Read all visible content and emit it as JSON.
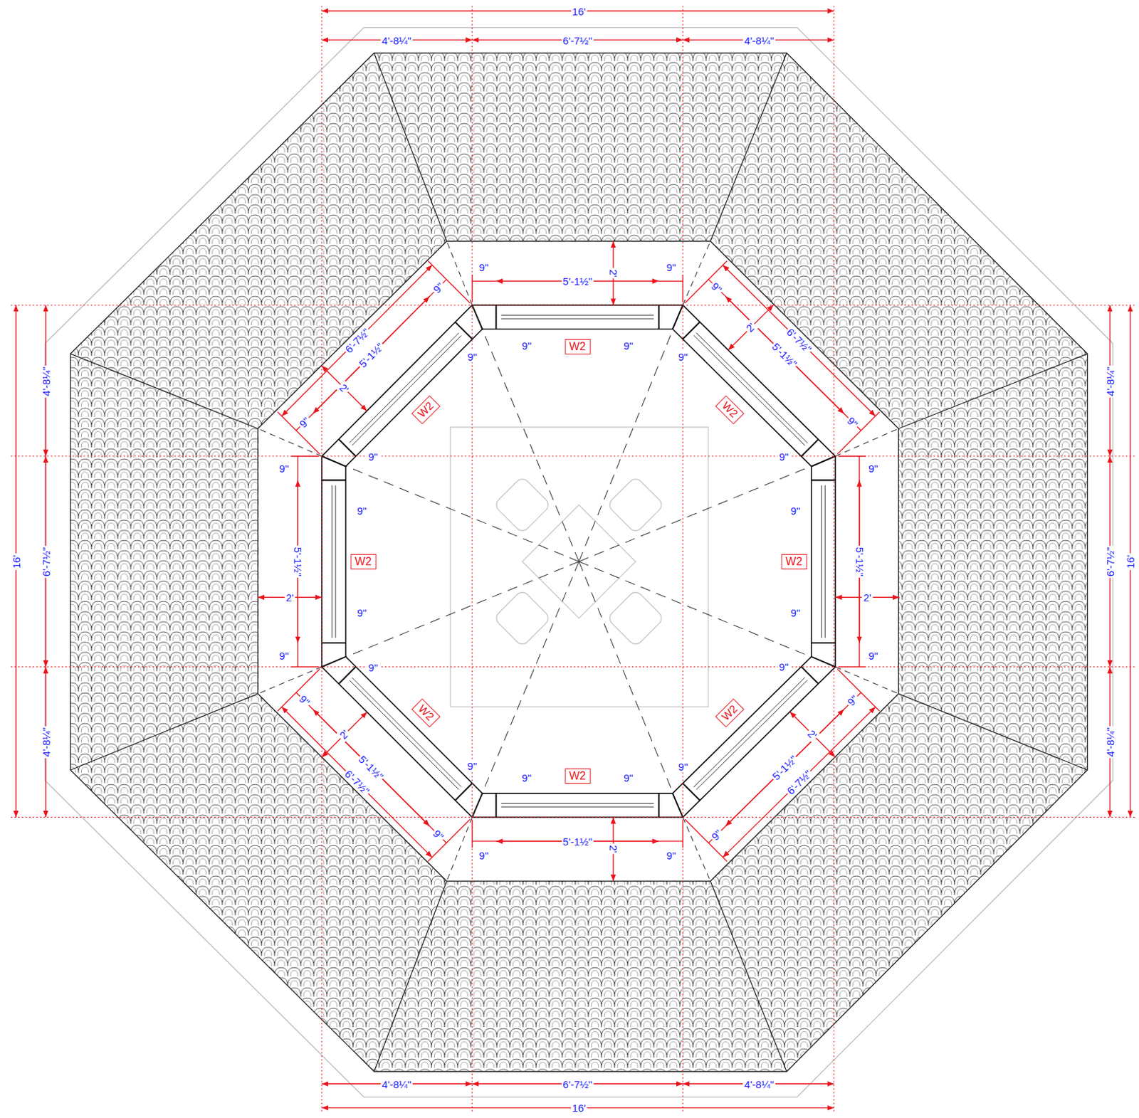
{
  "diagram": {
    "nodes": [
      {
        "text": [
          "W2"
        ]
      },
      {
        "text": [
          "W2"
        ]
      },
      {
        "text": [
          "W2"
        ]
      },
      {
        "text": [
          "W2"
        ]
      },
      {
        "text": [
          "W2"
        ]
      },
      {
        "text": [
          "W2"
        ]
      },
      {
        "text": [
          "W2"
        ]
      },
      {
        "text": [
          "W2"
        ]
      }
    ],
    "labels": [
      "16'",
      "4'-8¼\"",
      "6'-7½\"",
      "4'-8¼\"",
      "16'",
      "4'-8¼\"",
      "6'-7½\"",
      "4'-8¼\"",
      "16'",
      "4'-8¼\"",
      "6'-7½\"",
      "4'-8¼\"",
      "4'-8¼\"",
      "6'-7½\"",
      "4'-8¼\"",
      "16'",
      "9\"",
      "5'-1½\"",
      "9\"",
      "2'",
      "9\"",
      "9\"",
      "9\"",
      "5'-1½\"",
      "9\"",
      "2'",
      "9\"",
      "9\"",
      "9\"",
      "5'-1½\"",
      "9\"",
      "2'",
      "9\"",
      "9\"",
      "9\"",
      "5'-1½\"",
      "9\"",
      "2'",
      "9\"",
      "9\"",
      "6'-7½\"",
      "5'-1½\"",
      "2'",
      "9\"",
      "9\"",
      "9\"",
      "9\"",
      "6'-7½\"",
      "5'-1½\"",
      "2'",
      "9\"",
      "9\"",
      "9\"",
      "9\"",
      "6'-7½\"",
      "5'-1½\"",
      "2'",
      "9\"",
      "9\"",
      "9\"",
      "9\"",
      "6'-7½\"",
      "5'-1½\"",
      "2'",
      "9\"",
      "9\"",
      "9\"",
      "9\""
    ]
  }
}
